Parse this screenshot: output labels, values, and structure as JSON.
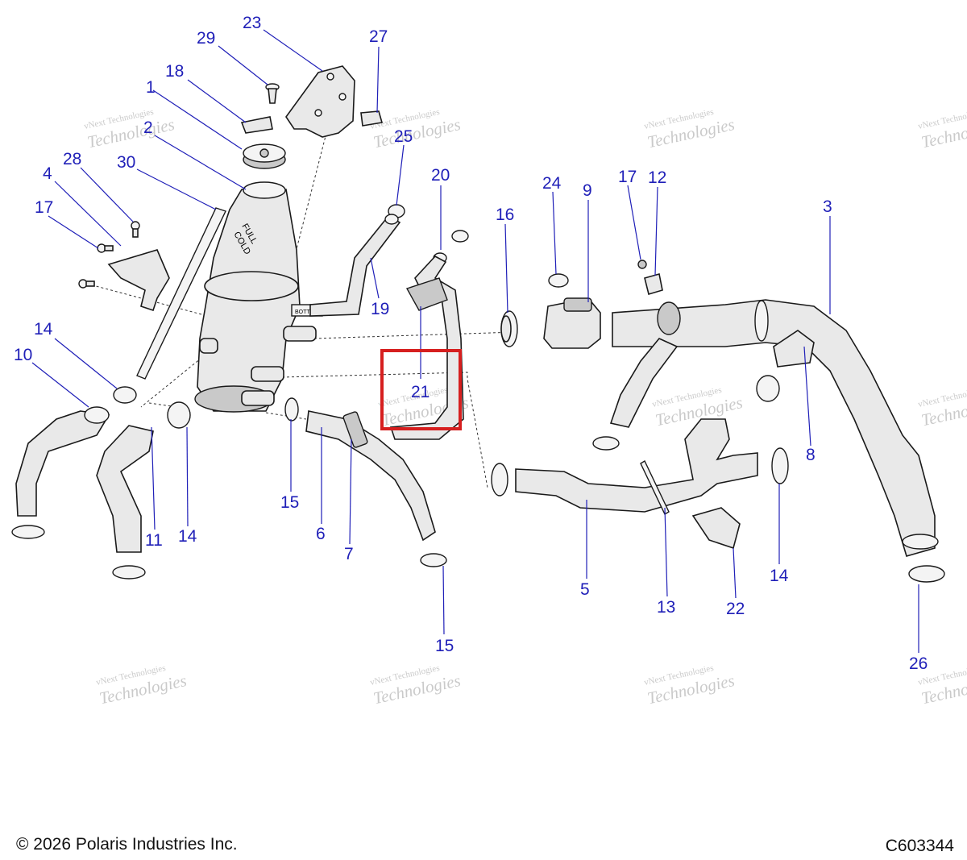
{
  "footer": {
    "copyright": "© 2026 Polaris Industries Inc.",
    "drawing_number": "C603344"
  },
  "watermark": {
    "line1": "vNext Technologies",
    "line2": "vNext",
    "line3": "Technologies"
  },
  "part_text": {
    "bottle_full": "FULL",
    "bottle_cold": "COLD",
    "bottle_label": "BOTTLE"
  },
  "callouts": [
    "1",
    "2",
    "3",
    "4",
    "5",
    "6",
    "7",
    "8",
    "9",
    "10",
    "11",
    "12",
    "13",
    "14",
    "14",
    "14",
    "15",
    "15",
    "16",
    "17",
    "17",
    "18",
    "19",
    "20",
    "21",
    "22",
    "23",
    "24",
    "25",
    "26",
    "27",
    "28",
    "29",
    "30"
  ],
  "highlight": {
    "part": "21",
    "color": "#d61f1f"
  },
  "colors": {
    "callout": "#1f1fb8",
    "highlight": "#d61f1f"
  }
}
